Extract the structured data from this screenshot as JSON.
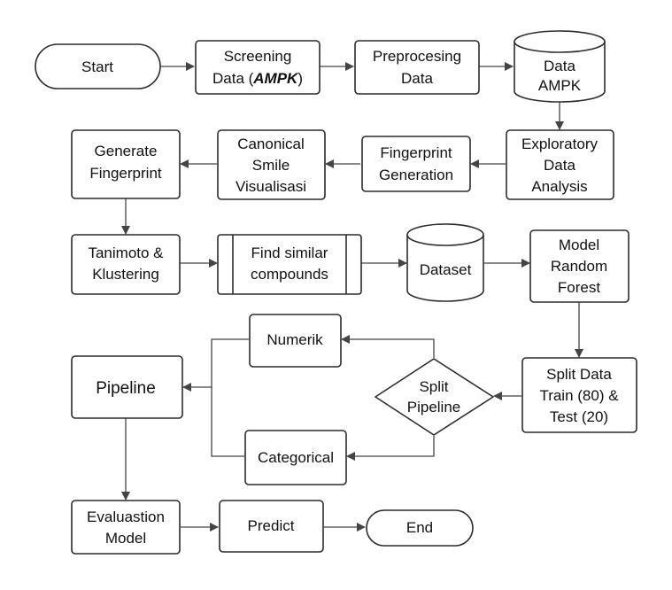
{
  "nodes": {
    "start": "Start",
    "screening_1": "Screening",
    "screening_2_pre": "Data (",
    "screening_2_em": "AMPK",
    "screening_2_post": ")",
    "preprocessing_1": "Preprocesing",
    "preprocessing_2": "Data",
    "data_ampk_1": "Data",
    "data_ampk_2": "AMPK",
    "eda_1": "Exploratory",
    "eda_2": "Data",
    "eda_3": "Analysis",
    "fp_generation_1": "Fingerprint",
    "fp_generation_2": "Generation",
    "canonical_1": "Canonical",
    "canonical_2": "Smile",
    "canonical_3": "Visualisasi",
    "generate_fp_1": "Generate",
    "generate_fp_2": "Fingerprint",
    "tanimoto_1": "Tanimoto &",
    "tanimoto_2": "Klustering",
    "find_similar_1": "Find similar",
    "find_similar_2": "compounds",
    "dataset": "Dataset",
    "model_rf_1": "Model",
    "model_rf_2": "Random",
    "model_rf_3": "Forest",
    "split_data_1": "Split Data",
    "split_data_2": "Train (80) &",
    "split_data_3": "Test (20)",
    "split_pipeline_1": "Split",
    "split_pipeline_2": "Pipeline",
    "numerik": "Numerik",
    "categorical": "Categorical",
    "pipeline": "Pipeline",
    "evaluation_1": "Evaluastion",
    "evaluation_2": "Model",
    "predict": "Predict",
    "end": "End"
  }
}
